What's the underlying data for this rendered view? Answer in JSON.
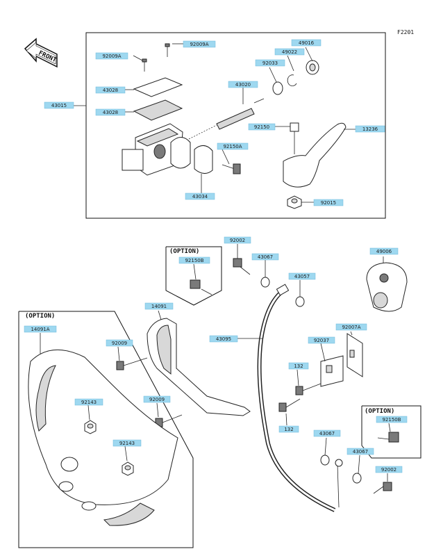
{
  "figure_code": "F2201",
  "front_label": "FRONT",
  "option_label": "(OPTION)",
  "part_labels": {
    "p92009A_top": "92009A",
    "p92009A_left": "92009A",
    "p43028_cover": "43028",
    "p43028_diaphragm": "43028",
    "p43015": "43015",
    "p43020": "43020",
    "p92150A": "92150A",
    "p43034": "43034",
    "p49016": "49016",
    "p49022": "49022",
    "p92033": "92033",
    "p92150": "92150",
    "p13236": "13236",
    "p92015": "92015",
    "p92002_top": "92002",
    "p92150B_left": "92150B",
    "p43067_a": "43067",
    "p43057": "43057",
    "p49006": "49006",
    "p14091": "14091",
    "p92009_a": "92009",
    "p92009_b": "92009",
    "p14091A": "14091A",
    "p92143_a": "92143",
    "p92143_b": "92143",
    "p43095": "43095",
    "p92007A": "92007A",
    "p92037": "92037",
    "p132_a": "132",
    "p132_b": "132",
    "p43067_b": "43067",
    "p43067_c": "43067",
    "p92150B_right": "92150B",
    "p92002_bottom": "92002"
  }
}
